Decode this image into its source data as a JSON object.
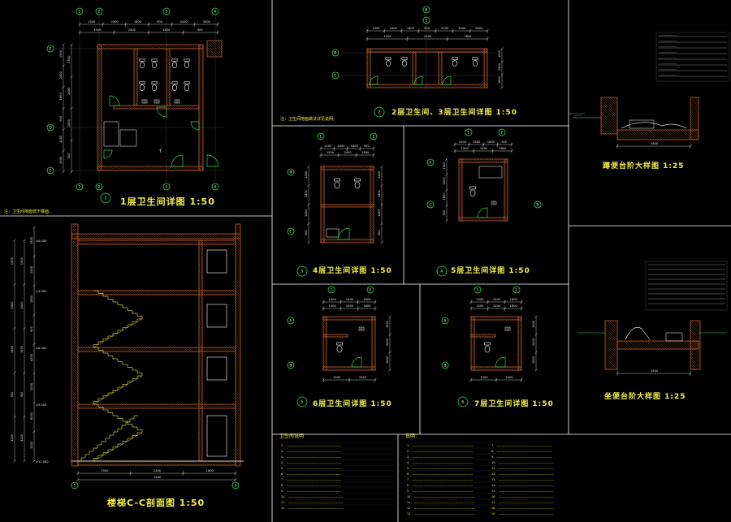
{
  "drawing": {
    "titles": {
      "plan1": "1层卫生间详图 1:50",
      "plan2": "2层卫生间、3层卫生间详图 1:50",
      "plan3": "4层卫生间详图 1:50",
      "plan4": "5层卫生间详图 1:50",
      "plan5": "6层卫生间详图 1:50",
      "plan6": "7层卫生间详图 1:50",
      "section": "楼梯C-C剖面图 1:50",
      "detail1": "蹲便台阶大样图 1:25",
      "detail2": "坐便台阶大样图 1:25"
    },
    "detail_heading": "卫生间说明",
    "notes_heading": "说明：",
    "plan_note": "注：卫生间地面低于楼面。",
    "plan2_note": "注：卫生间地面做法详见说明。",
    "axis_labels": [
      "A",
      "B",
      "C",
      "D",
      "E",
      "1",
      "2",
      "3",
      "4"
    ],
    "plan_numbers": [
      "1",
      "2",
      "3",
      "4",
      "5",
      "6"
    ],
    "dims": [
      "1500",
      "2400",
      "1800",
      "900",
      "4200",
      "3000",
      "6000",
      "1200",
      "700",
      "3600"
    ]
  },
  "colors": {
    "background": "#000000",
    "frame": "#ffffff",
    "wall": "#c35b2b",
    "hatch": "#d27a4a",
    "dimension": "#e8e8e8",
    "title": "#f2ef4a",
    "door": "#35d24a",
    "fixture": "#ffffff",
    "axis_bubble": "#35d24a",
    "stair": "#f2ef4a"
  }
}
